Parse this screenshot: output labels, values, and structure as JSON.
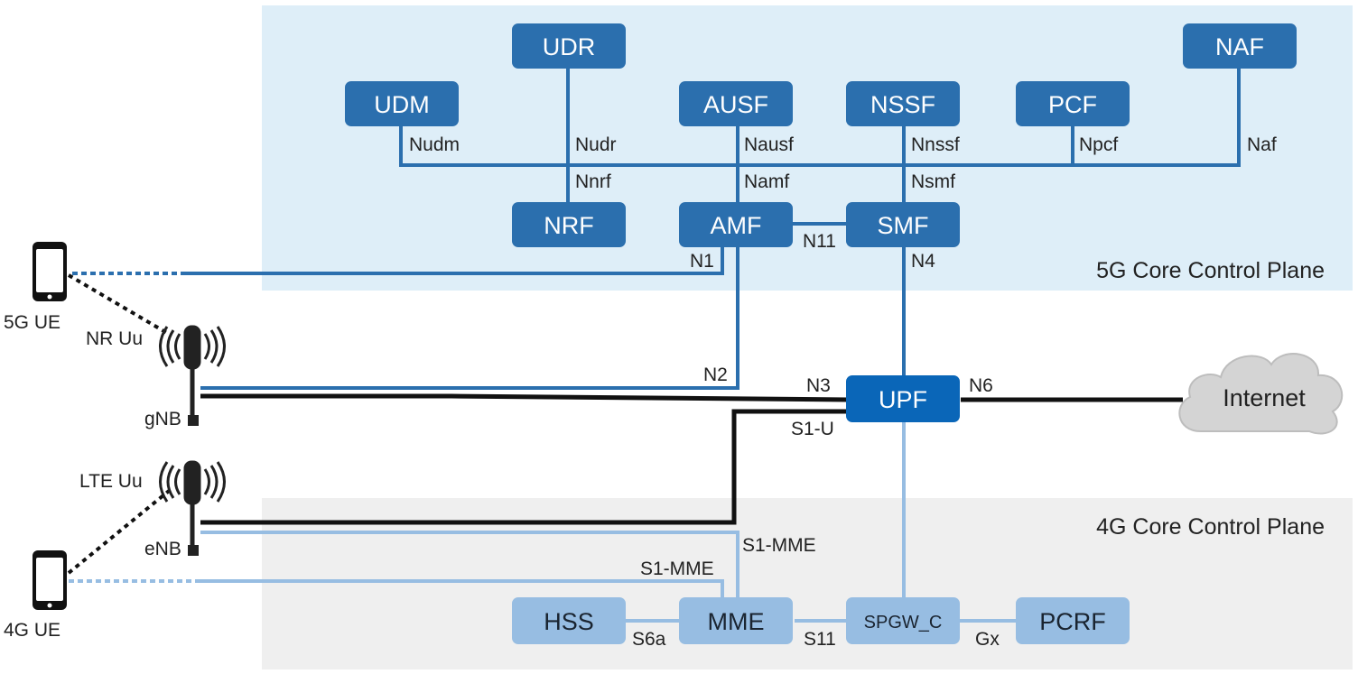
{
  "regions": {
    "core5g": {
      "label": "5G  Core Control Plane",
      "color": "#deeef8"
    },
    "core4g": {
      "label": "4G  Core Control Plane",
      "color": "#efefef"
    }
  },
  "colors": {
    "link5g": "#2b6fae",
    "link4g": "#97bde2",
    "user_plane": "#111111",
    "upf": "#0a66b8"
  },
  "nodes": {
    "udr": "UDR",
    "udm": "UDM",
    "ausf": "AUSF",
    "nssf": "NSSF",
    "pcf": "PCF",
    "naf": "NAF",
    "nrf": "NRF",
    "amf": "AMF",
    "smf": "SMF",
    "upf": "UPF",
    "hss": "HSS",
    "mme": "MME",
    "spgw_c": "SPGW_C",
    "pcrf": "PCRF",
    "internet": "Internet"
  },
  "interfaces": {
    "nudm": "Nudm",
    "nudr": "Nudr",
    "nausf": "Nausf",
    "nnssf": "Nnssf",
    "npcf": "Npcf",
    "naf": "Naf",
    "nnrf": "Nnrf",
    "namf": "Namf",
    "nsmf": "Nsmf",
    "n11": "N11",
    "n1": "N1",
    "n4": "N4",
    "n2": "N2",
    "n3": "N3",
    "n6": "N6",
    "s1u": "S1-U",
    "s1mme_right": "S1-MME",
    "s1mme_left": "S1-MME",
    "s6a": "S6a",
    "s11": "S11",
    "gx": "Gx"
  },
  "ran": {
    "ue5g": "5G UE",
    "ue4g": "4G UE",
    "nr_uu": "NR Uu",
    "lte_uu": "LTE Uu",
    "gnb": "gNB",
    "enb": "eNB"
  },
  "icons": [
    "smartphone-icon",
    "antenna-icon",
    "cloud-icon"
  ]
}
